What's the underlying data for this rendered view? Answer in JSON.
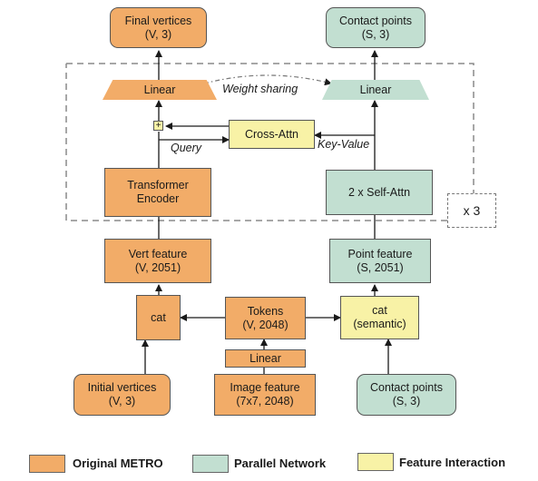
{
  "nodes": {
    "final_vertices": {
      "line1": "Final vertices",
      "line2": "(V, 3)"
    },
    "contact_points_out": {
      "line1": "Contact points",
      "line2": "(S, 3)"
    },
    "linear_left": "Linear",
    "linear_right": "Linear",
    "transformer_encoder": {
      "line1": "Transformer",
      "line2": "Encoder"
    },
    "cross_attn": "Cross-Attn",
    "self_attn": "2 x Self-Attn",
    "vert_feature": {
      "line1": "Vert feature",
      "line2": "(V, 2051)"
    },
    "point_feature": {
      "line1": "Point feature",
      "line2": "(S, 2051)"
    },
    "cat_left": "cat",
    "tokens": {
      "line1": "Tokens",
      "line2": "(V, 2048)"
    },
    "cat_semantic": {
      "line1": "cat",
      "line2": "(semantic)"
    },
    "linear_image": "Linear",
    "initial_vertices": {
      "line1": "Initial vertices",
      "line2": "(V, 3)"
    },
    "image_feature": {
      "line1": "Image feature",
      "line2": "(7x7, 2048)"
    },
    "contact_points_in": {
      "line1": "Contact points",
      "line2": "(S, 3)"
    },
    "plus_symbol": "+"
  },
  "annotations": {
    "weight_sharing": "Weight  sharing",
    "query": "Query",
    "key_value": "Key-Value",
    "repeat": "x 3"
  },
  "legend": [
    {
      "label": "Original METRO",
      "color": "#f2ac68"
    },
    {
      "label": "Parallel Network",
      "color": "#c2dfd1"
    },
    {
      "label": "Feature Interaction",
      "color": "#f8f2a6"
    }
  ]
}
